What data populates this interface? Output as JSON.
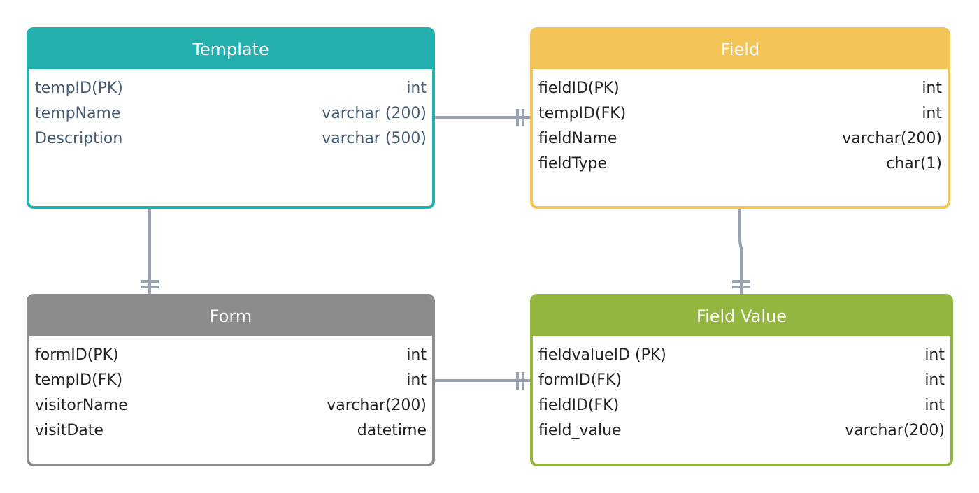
{
  "theme": {
    "connector_color": "#98a2b3"
  },
  "entities": [
    {
      "id": "template",
      "title": "Template",
      "color": "#23b0af",
      "fields": [
        {
          "name": "tempID(PK)",
          "type": "int"
        },
        {
          "name": "tempName",
          "type": "varchar (200)"
        },
        {
          "name": "Description",
          "type": "varchar (500)"
        }
      ]
    },
    {
      "id": "field",
      "title": "Field",
      "color": "#f3c457",
      "fields": [
        {
          "name": "fieldID(PK)",
          "type": "int"
        },
        {
          "name": "tempID(FK)",
          "type": "int"
        },
        {
          "name": "fieldName",
          "type": "varchar(200)"
        },
        {
          "name": "fieldType",
          "type": "char(1)"
        }
      ]
    },
    {
      "id": "form",
      "title": "Form",
      "color": "#8c8c8c",
      "fields": [
        {
          "name": "formID(PK)",
          "type": "int"
        },
        {
          "name": "tempID(FK)",
          "type": "int"
        },
        {
          "name": "visitorName",
          "type": "varchar(200)"
        },
        {
          "name": "visitDate",
          "type": "datetime"
        }
      ]
    },
    {
      "id": "field_value",
      "title": "Field Value",
      "color": "#92b640",
      "fields": [
        {
          "name": "fieldvalueID (PK)",
          "type": "int"
        },
        {
          "name": "formID(FK)",
          "type": "int"
        },
        {
          "name": "fieldID(FK)",
          "type": "int"
        },
        {
          "name": "field_value",
          "type": "varchar(200)"
        }
      ]
    }
  ],
  "relationships": [
    {
      "from": "Template",
      "to": "Field",
      "from_cardinality": "none",
      "to_cardinality": "one-mandatory"
    },
    {
      "from": "Template",
      "to": "Form",
      "from_cardinality": "none",
      "to_cardinality": "one-mandatory"
    },
    {
      "from": "Field",
      "to": "Field Value",
      "from_cardinality": "none",
      "to_cardinality": "one-mandatory"
    },
    {
      "from": "Form",
      "to": "Field Value",
      "from_cardinality": "none",
      "to_cardinality": "one-mandatory"
    }
  ]
}
